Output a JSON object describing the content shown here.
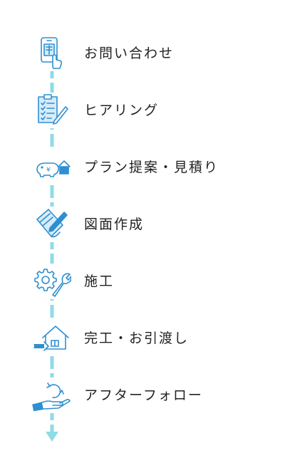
{
  "accent_color": "#2e8fd1",
  "line_color": "#8fdbe6",
  "steps": [
    {
      "label": "お問い合わせ",
      "icon": "phone-tap-icon"
    },
    {
      "label": "ヒアリング",
      "icon": "clipboard-checklist-icon"
    },
    {
      "label": "プラン提案・見積り",
      "icon": "piggy-bank-house-icon"
    },
    {
      "label": "図面作成",
      "icon": "blueprint-pen-icon"
    },
    {
      "label": "施工",
      "icon": "gear-wrench-icon"
    },
    {
      "label": "完工・お引渡し",
      "icon": "house-handover-icon"
    },
    {
      "label": "アフターフォロー",
      "icon": "hand-care-icon"
    }
  ]
}
